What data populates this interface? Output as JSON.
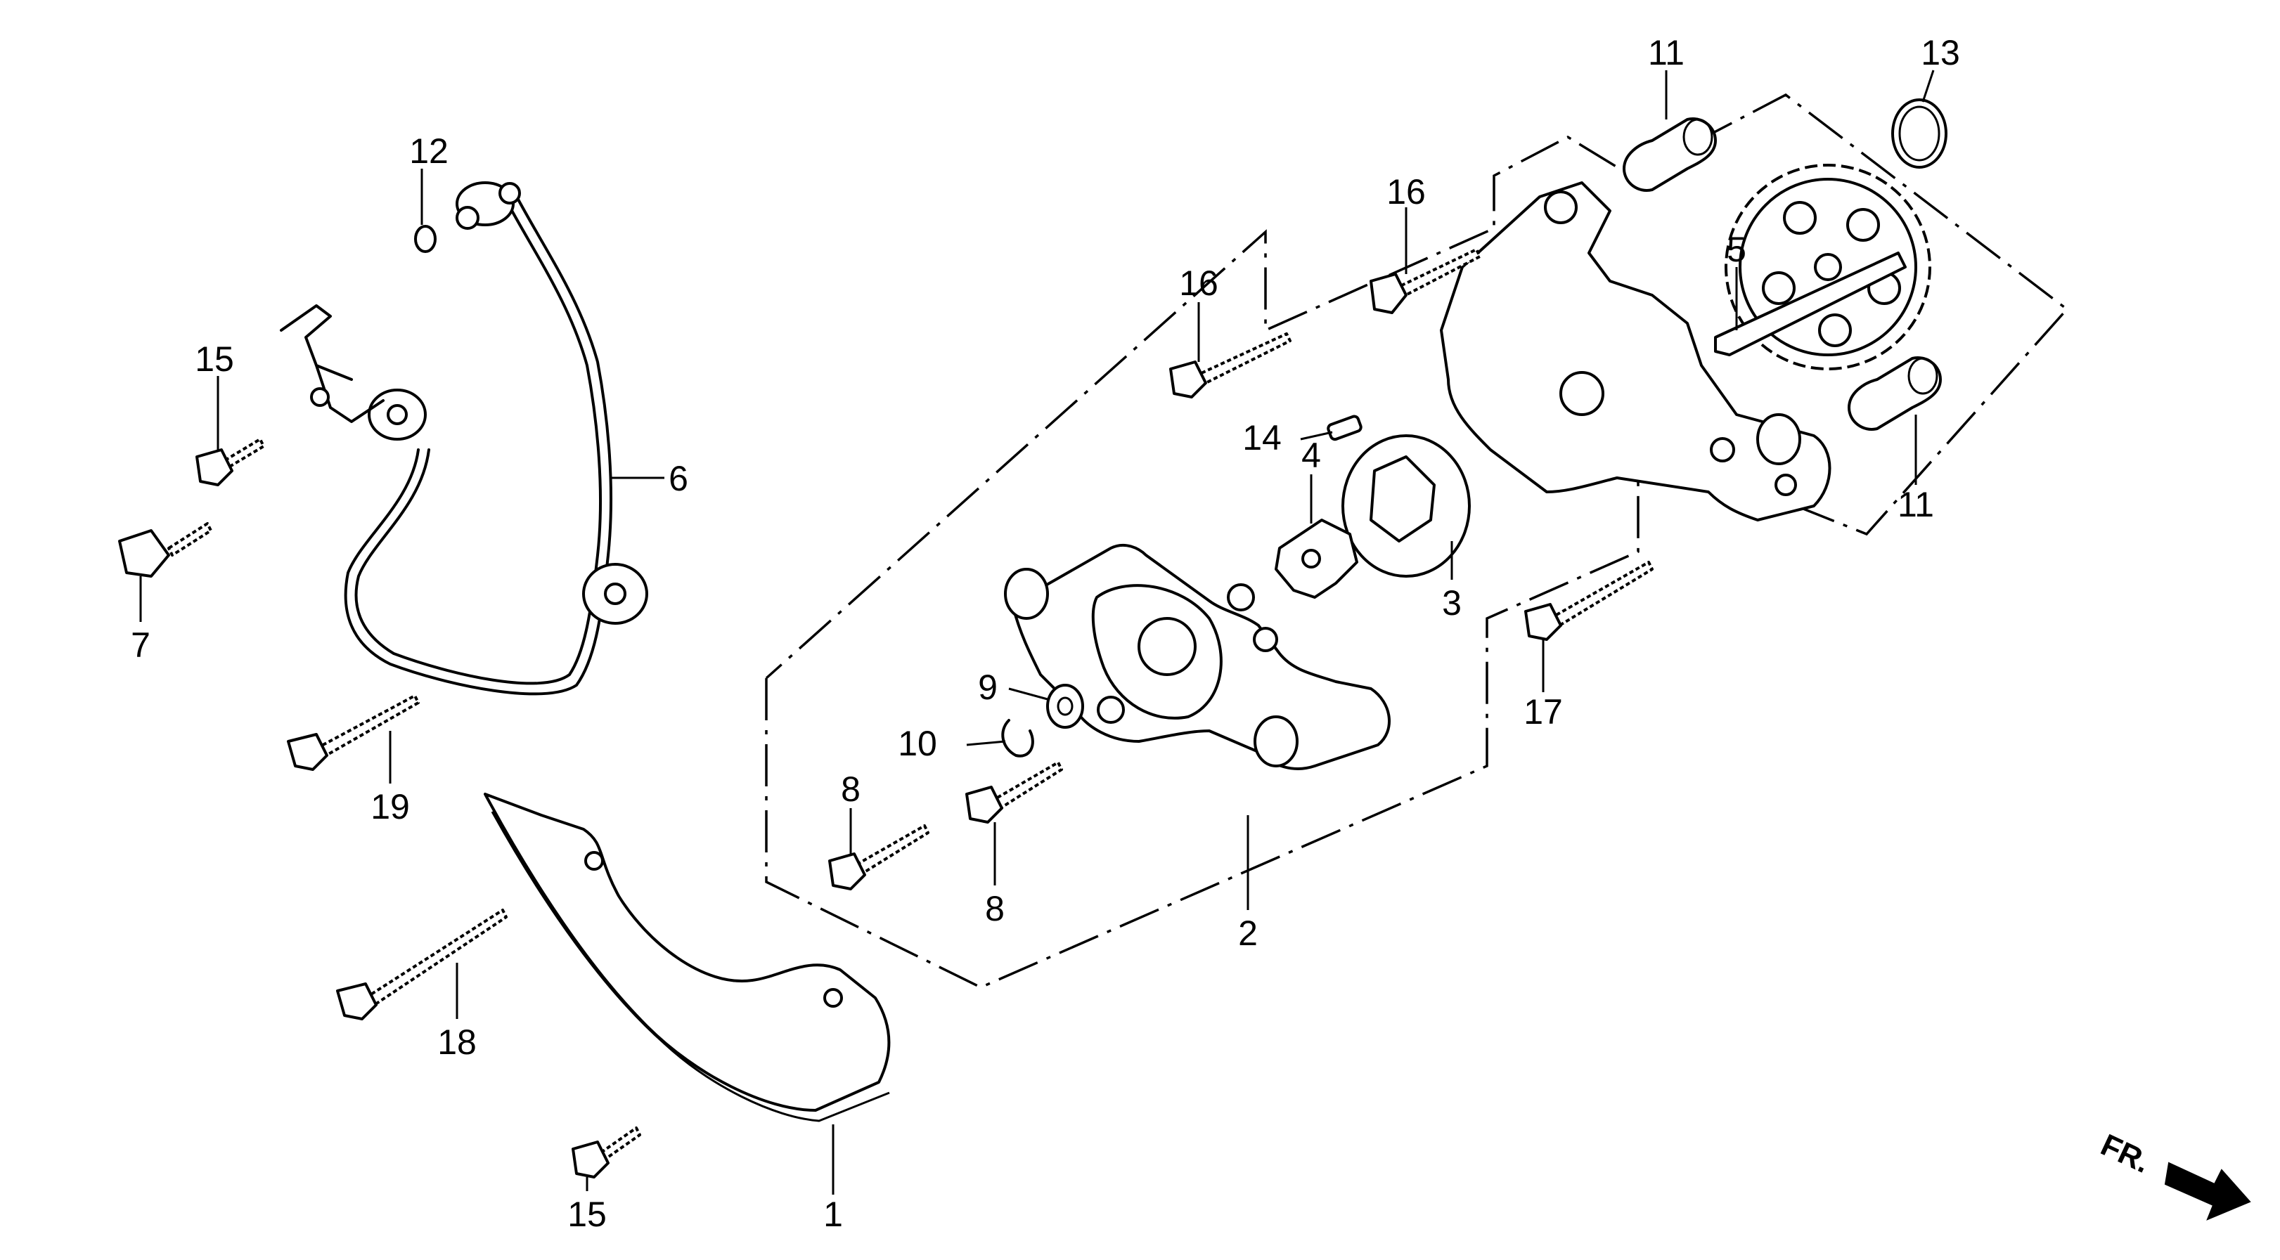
{
  "callouts": {
    "c1": "1",
    "c2": "2",
    "c3": "3",
    "c4": "4",
    "c5": "5",
    "c6": "6",
    "c7": "7",
    "c8a": "8",
    "c8b": "8",
    "c9": "9",
    "c10": "10",
    "c11a": "11",
    "c11b": "11",
    "c12": "12",
    "c13": "13",
    "c14": "14",
    "c15a": "15",
    "c15b": "15",
    "c16a": "16",
    "c16b": "16",
    "c17": "17",
    "c18": "18",
    "c19": "19"
  },
  "front_marker": {
    "label": "FR."
  }
}
